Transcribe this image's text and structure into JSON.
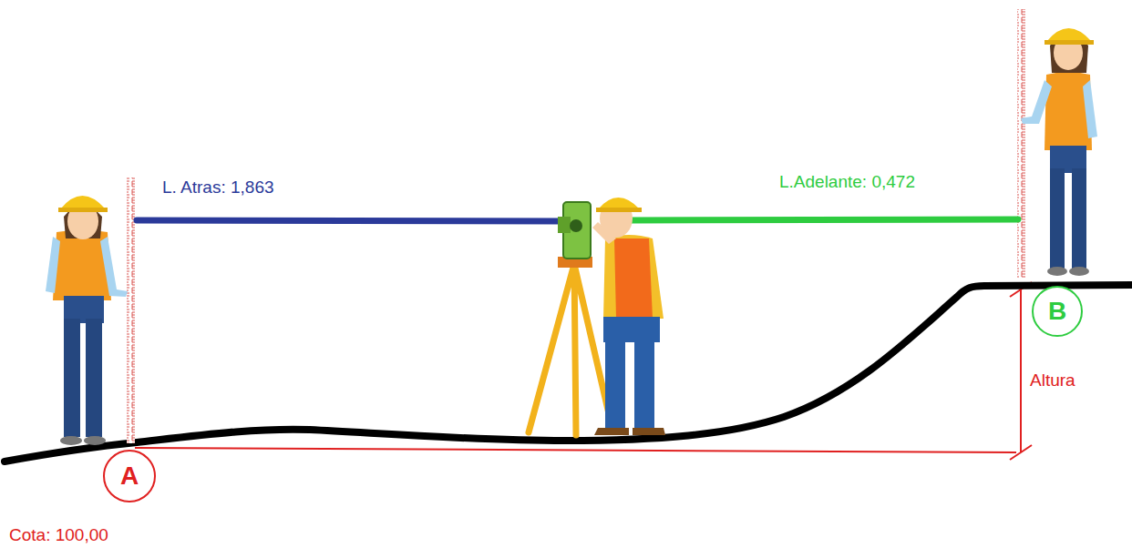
{
  "diagram": {
    "nodes": [
      {
        "text": [
          "A"
        ]
      },
      {
        "text": [
          "B"
        ]
      }
    ],
    "labels": [
      "L. Atras: 1,863",
      "L.Adelante: 0,472",
      "Altura",
      "Cota: 100,00"
    ]
  }
}
